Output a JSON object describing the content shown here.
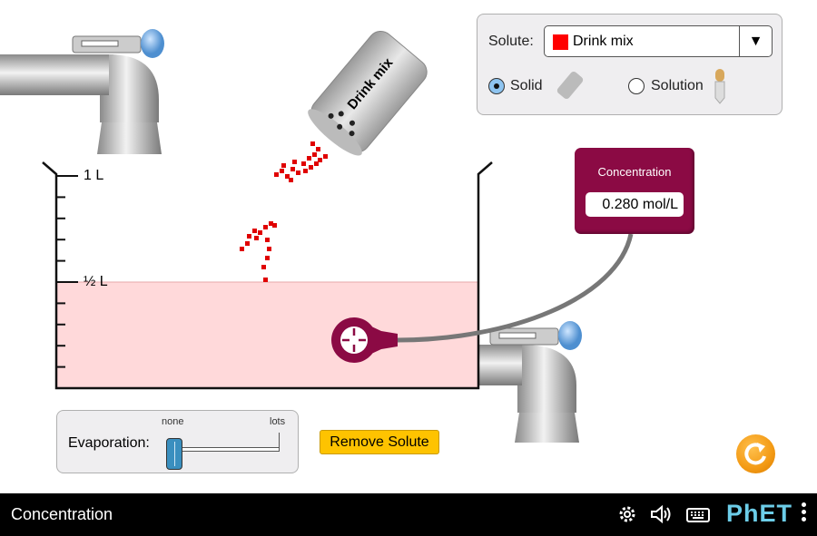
{
  "solute_panel": {
    "label": "Solute:",
    "selected": "Drink mix",
    "swatch_color": "#ff0000",
    "form_options": [
      {
        "label": "Solid",
        "selected": true
      },
      {
        "label": "Solution",
        "selected": false
      }
    ]
  },
  "shaker": {
    "label": "Drink mix"
  },
  "beaker": {
    "labels": {
      "full": "1 L",
      "half": "½ L"
    },
    "solution_volume_liters": 0.5,
    "solution_color": "#ffd9da"
  },
  "meter": {
    "title": "Concentration",
    "value": "0.280 mol/L"
  },
  "evaporation": {
    "label": "Evaporation:",
    "min_label": "none",
    "max_label": "lots",
    "value": 0
  },
  "remove_solute": {
    "label": "Remove Solute"
  },
  "navbar": {
    "title": "Concentration",
    "logo": "PhET"
  },
  "colors": {
    "meter": "#8b0a44",
    "button": "#fec300",
    "accent": "#6ccde8"
  }
}
